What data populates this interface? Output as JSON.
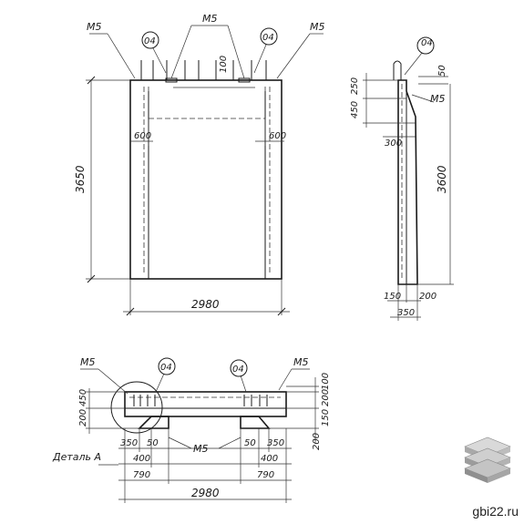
{
  "front": {
    "label_m5_left": "M5",
    "label_m5_top": "M5",
    "label_m5_right": "M5",
    "circle_left": "04",
    "circle_right": "04",
    "dim_100": "100",
    "dim_600_left": "600",
    "dim_600_right": "600",
    "dim_height": "3650",
    "dim_width": "2980"
  },
  "side": {
    "circle": "04",
    "dim_50": "50",
    "dim_250": "250",
    "label_m5": "M5",
    "dim_450": "450",
    "dim_300": "300",
    "dim_3600": "3600",
    "dim_150": "150",
    "dim_200": "200",
    "dim_350": "350"
  },
  "plan": {
    "label_m5_left": "M5",
    "circle_left": "04",
    "circle_right": "04",
    "label_m5_right": "M5",
    "dim_100": "100",
    "dim_450_a": "450",
    "dim_200_left": "200",
    "dim_200_right": "200",
    "dim_150": "150",
    "dim_200_bottom": "200",
    "dim_350_left": "350",
    "dim_50_left": "50",
    "label_m5_bottom": "M5",
    "dim_50_right": "50",
    "dim_350_right": "350",
    "dim_400_left": "400",
    "dim_400_right": "400",
    "detail_label": "Деталь А",
    "dim_790_left": "790",
    "dim_790_right": "790",
    "dim_2980": "2980"
  },
  "watermark": "gbi22.ru"
}
